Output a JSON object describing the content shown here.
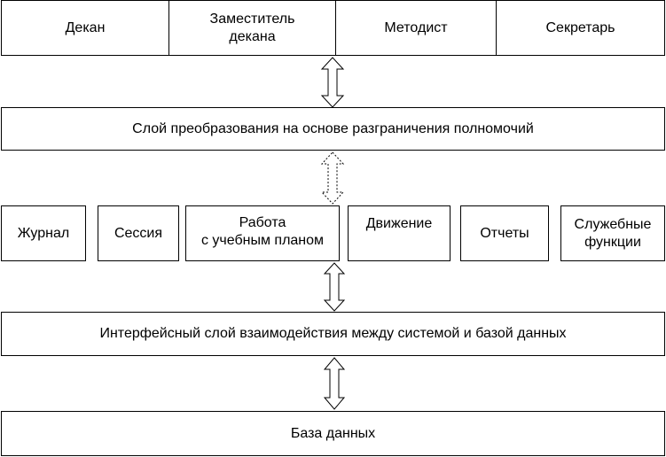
{
  "roles": [
    "Декан",
    "Заместитель\nдекана",
    "Методист",
    "Секретарь"
  ],
  "transformation_layer": "Слой преобразования на основе разграничения полномочий",
  "modules": [
    "Журнал",
    "Сессия",
    "Работа\nс учебным планом",
    "Движение",
    "Отчеты",
    "Служебные\nфункции"
  ],
  "interface_layer": "Интерфейсный слой взаимодействия между системой и базой данных",
  "database": "База данных"
}
